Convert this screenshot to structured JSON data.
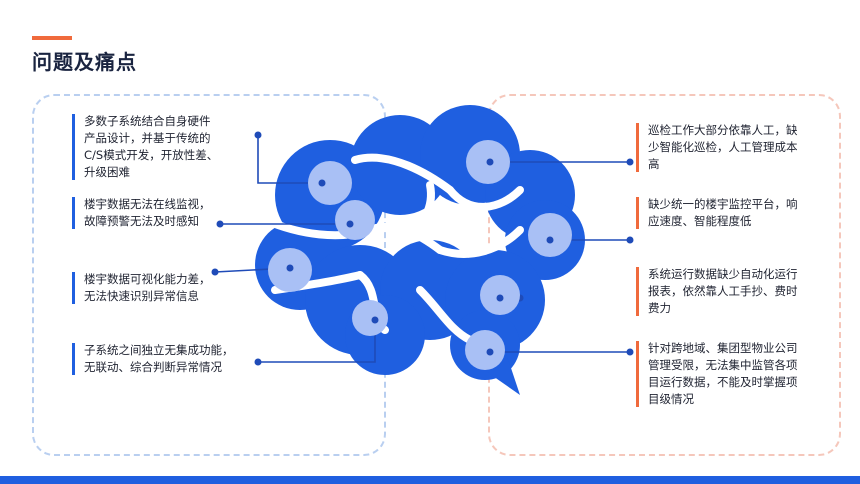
{
  "slide": {
    "title": "问题及痛点"
  },
  "colors": {
    "accent_orange": "#f06a3c",
    "brand_blue": "#1f5fe0",
    "node_light": "#a9c0f5",
    "title_dark": "#1a2440"
  },
  "left_items": [
    {
      "lines": [
        "多数子系统结合自身硬件",
        "产品设计，并基于传统的",
        "C/S模式开发，开放性差、",
        "升级困难"
      ]
    },
    {
      "lines": [
        "楼宇数据无法在线监视，",
        "故障预警无法及时感知"
      ]
    },
    {
      "lines": [
        "楼宇数据可视化能力差，",
        "无法快速识别异常信息"
      ]
    },
    {
      "lines": [
        "子系统之间独立无集成功能，",
        "无联动、综合判断异常情况"
      ]
    }
  ],
  "right_items": [
    {
      "lines": [
        "巡检工作大部分依靠人工，缺",
        "少智能化巡检，人工管理成本",
        "高"
      ]
    },
    {
      "lines": [
        "缺少统一的楼宇监控平台，响",
        "应速度、智能程度低"
      ]
    },
    {
      "lines": [
        "系统运行数据缺少自动化运行",
        "报表，依然靠人工手抄、费时",
        "费力"
      ]
    },
    {
      "lines": [
        "针对跨地域、集团型物业公司",
        "管理受限，无法集中监管各项",
        "目运行数据，不能及时掌握项",
        "目级情况"
      ]
    }
  ]
}
